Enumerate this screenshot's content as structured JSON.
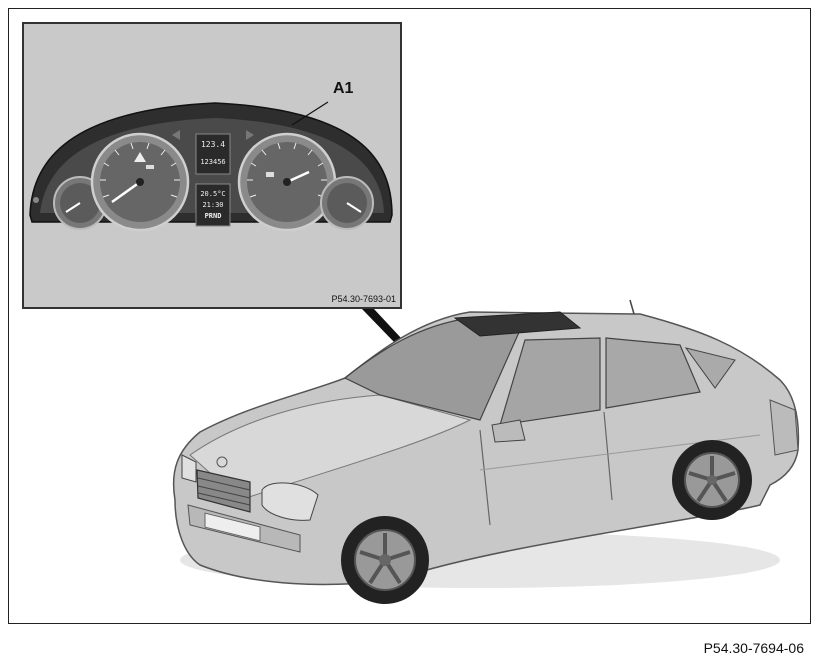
{
  "labels": {
    "callout": "A1",
    "inset_reference": "P54.30-7693-01",
    "figure_reference": "P54.30-7694-06"
  },
  "cluster_display": {
    "line1": "123.4",
    "line2": "123456",
    "temp": "20.5°C",
    "time": "21:30",
    "gear": "PRND"
  },
  "colors": {
    "inset_background": "#c9c9c9",
    "car_body": "#c8c8c8",
    "cluster_face": "#3a3a3a"
  }
}
